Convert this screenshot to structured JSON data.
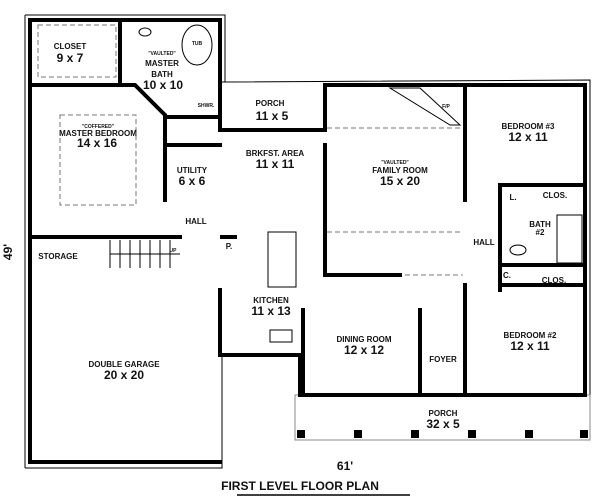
{
  "title": "FIRST LEVEL FLOOR PLAN",
  "dimensions": {
    "width": "61'",
    "depth": "49'"
  },
  "rooms": {
    "closet": {
      "name": "CLOSET",
      "size": "9 x 7"
    },
    "master_bath": {
      "note": "\"VAULTED\"",
      "name1": "MASTER",
      "name2": "BATH",
      "size": "10 x 10"
    },
    "tub": "TUB",
    "shower": "SHWR.",
    "porch_rear": {
      "name": "PORCH",
      "size": "11 x 5"
    },
    "master_bedroom": {
      "note": "\"COFFERED\"",
      "name": "MASTER BEDROOM",
      "size": "14 x 16"
    },
    "brkfst": {
      "name": "BRKFST. AREA",
      "size": "11 x 11"
    },
    "utility": {
      "name": "UTILITY",
      "size": "6 x 6"
    },
    "hall_left": "HALL",
    "family_room": {
      "note": "\"VAULTED\"",
      "name": "FAMILY ROOM",
      "size": "15 x 20"
    },
    "fireplace": "F/P",
    "bedroom3": {
      "name": "BEDROOM #3",
      "size": "12 x 11"
    },
    "clos_top": "CLOS.",
    "linen": "L.",
    "bath2": {
      "name1": "BATH",
      "name2": "#2"
    },
    "hall_right": "HALL",
    "coat": "C.",
    "clos_bottom": "CLOS.",
    "storage": "STORAGE",
    "stairs_up": "UP",
    "pantry": "P.",
    "kitchen": {
      "name": "KITCHEN",
      "size": "11 x 13"
    },
    "garage": {
      "name": "DOUBLE GARAGE",
      "size": "20 x 20"
    },
    "dining": {
      "name": "DINING ROOM",
      "size": "12 x 12"
    },
    "foyer": "FOYER",
    "bedroom2": {
      "name": "BEDROOM #2",
      "size": "12 x 11"
    },
    "porch_front": {
      "name": "PORCH",
      "size": "32 x 5"
    }
  }
}
